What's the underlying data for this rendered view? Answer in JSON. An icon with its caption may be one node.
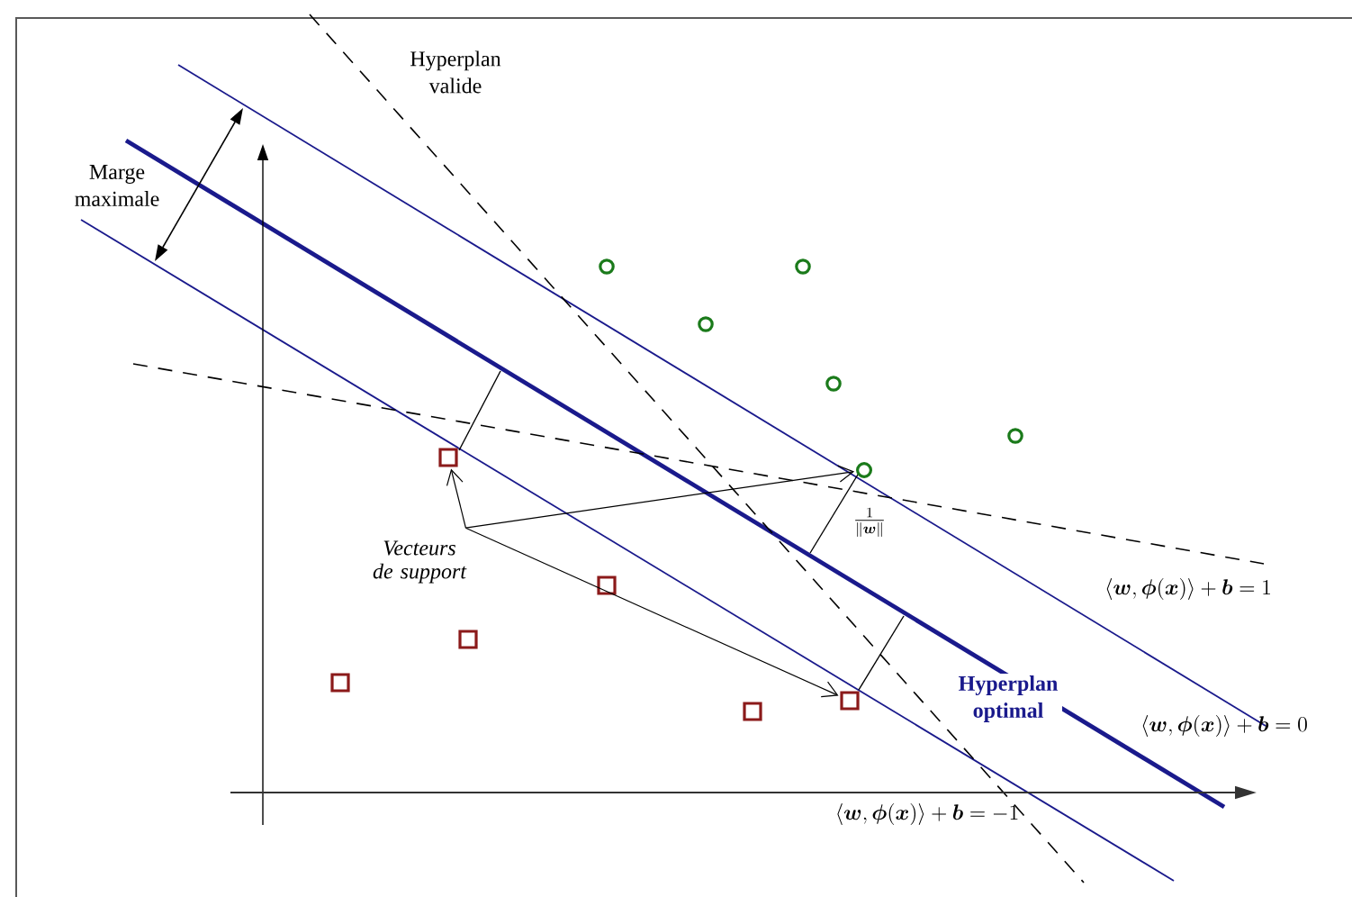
{
  "diagram": {
    "nodes": [
      {
        "text": [
          "Vecteurs de support"
        ]
      },
      {
        "text": [],
        "shape": "box"
      },
      {
        "text": [],
        "shape": "box"
      },
      {
        "text": [],
        "shape": "circle"
      }
    ],
    "edges": [
      {
        "from": 0,
        "to": 1,
        "arrow": "to"
      },
      {
        "from": 0,
        "to": 3,
        "arrow": "to"
      },
      {
        "from": 0,
        "to": 2,
        "arrow": "to"
      }
    ],
    "labels": [
      "Hyperplan valide",
      "Marge maximale",
      "\\frac{1}{\\left\\Vert \\boldsymbol{w}\\right\\Vert}",
      "\\left\\langle \\boldsymbol{w},\\boldsymbol{\\phi}(\\boldsymbol{x})\\right\\rangle+\\boldsymbol{b}=1",
      "Hyperplan optimal",
      "\\left\\langle \\boldsymbol{w},\\boldsymbol{\\phi}(\\boldsymbol{x})\\right\\rangle+\\boldsymbol{b}=0",
      "\\left\\langle \\boldsymbol{w},\\boldsymbol{\\phi}(\\boldsymbol{x})\\right\\rangle+\\boldsymbol{b}=-1"
    ]
  }
}
